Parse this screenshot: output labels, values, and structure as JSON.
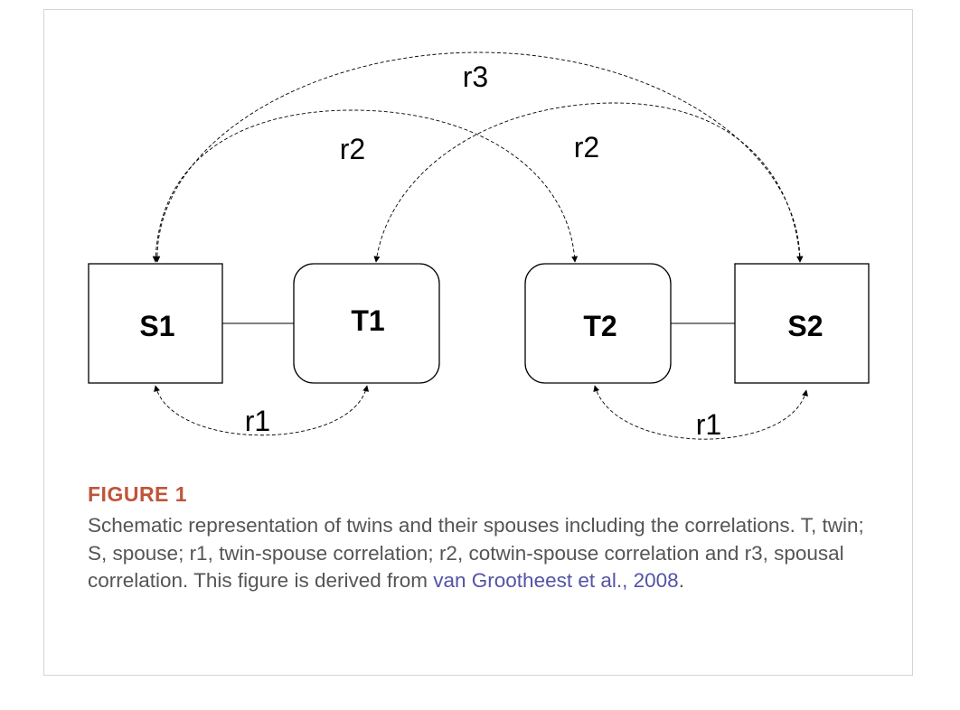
{
  "diagram": {
    "nodes": {
      "s1": {
        "label": "S1"
      },
      "t1": {
        "label": "T1"
      },
      "t2": {
        "label": "T2"
      },
      "s2": {
        "label": "S2"
      }
    },
    "correlations": {
      "r3": "r3",
      "r2_left": "r2",
      "r2_right": "r2",
      "r1_left": "r1",
      "r1_right": "r1"
    }
  },
  "caption": {
    "figure_number": "FIGURE 1",
    "text": "Schematic representation of twins and their spouses including the correlations. T, twin; S, spouse; r1, twin-spouse correlation; r2, cotwin-spouse correlation and r3, spousal correlation. This figure is derived from ",
    "link_text": "van Grootheest et al., 2008",
    "end": "."
  },
  "colors": {
    "figure_number": "#c0553a",
    "caption_text": "#555555",
    "link": "#5353a6",
    "frame_border": "#d4d4d4"
  }
}
